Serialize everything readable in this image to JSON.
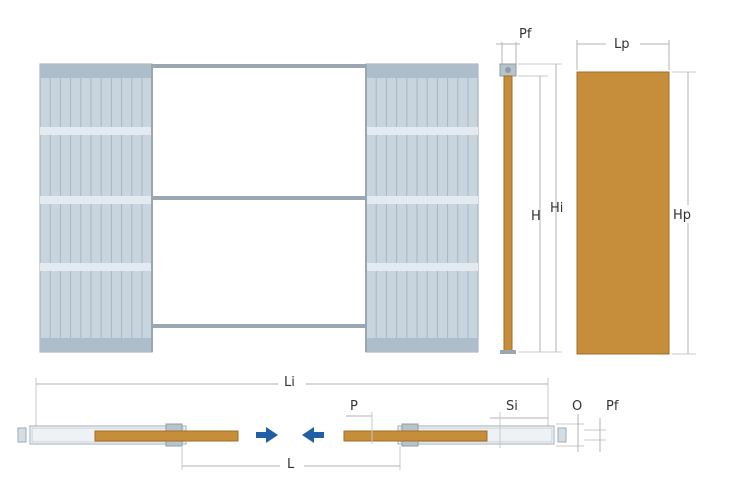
{
  "labels": {
    "pf_top": "Pf",
    "lp": "Lp",
    "h": "H",
    "hi": "Hi",
    "hp": "Hp",
    "li": "Li",
    "p": "P",
    "si": "Si",
    "o": "O",
    "pf_bottom": "Pf",
    "l": "L"
  },
  "colors": {
    "panel_fill": "#c9d5de",
    "panel_stripe": "#dde6ec",
    "panel_line": "#9aabb8",
    "door_fill": "#c68d3a",
    "door_stroke": "#a06e25",
    "dim_line": "#b3b3b3",
    "arrow": "#1f5fa8",
    "frame": "#8f9ca6"
  }
}
